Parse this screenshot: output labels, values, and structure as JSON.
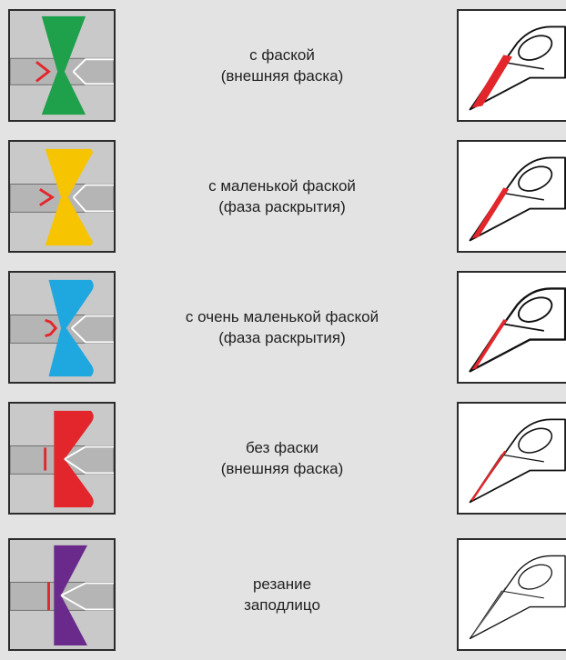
{
  "colors": {
    "frame": "#2b2b2b",
    "panel_bg": "#c9c9c9",
    "wire": "#b5b5b5",
    "cut_mark": "#e3262b",
    "page_bg": "#e3e3e3"
  },
  "rows": [
    {
      "line1": "с фаской",
      "line2": "(внешняя фаска)",
      "jaw_color": "#1fa04a",
      "jaw_icon": "bevel-jaw-icon",
      "tip_icon": "plier-tip-bevel-icon"
    },
    {
      "line1": "с маленькой фаской",
      "line2": "(фаза раскрытия)",
      "jaw_color": "#f6c400",
      "jaw_icon": "small-bevel-jaw-icon",
      "tip_icon": "plier-tip-small-bevel-icon"
    },
    {
      "line1": "с очень маленькой фаской",
      "line2": "(фаза раскрытия)",
      "jaw_color": "#1fa8e0",
      "jaw_icon": "very-small-bevel-jaw-icon",
      "tip_icon": "plier-tip-very-small-bevel-icon"
    },
    {
      "line1": "без фаски",
      "line2": "(внешняя фаска)",
      "jaw_color": "#e3262b",
      "jaw_icon": "no-bevel-jaw-icon",
      "tip_icon": "plier-tip-no-bevel-icon"
    },
    {
      "line1": "резание",
      "line2": "заподлицо",
      "jaw_color": "#6a2a8c",
      "jaw_icon": "flush-cut-jaw-icon",
      "tip_icon": "plier-tip-flush-icon"
    }
  ]
}
